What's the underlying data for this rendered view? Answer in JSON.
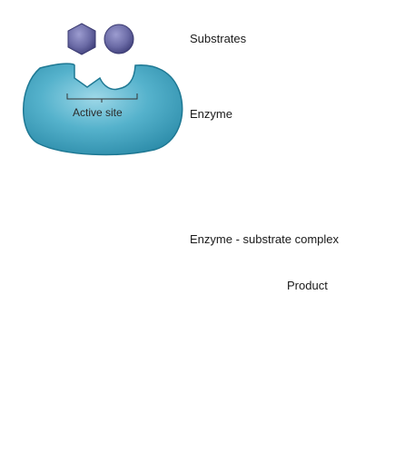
{
  "labels": {
    "substrates": "Substrates",
    "active_site": "Active site",
    "enzyme": "Enzyme",
    "complex": "Enzyme - substrate complex",
    "product": "Product"
  },
  "colors": {
    "enzyme_fill": "#46a9c4",
    "enzyme_shadow": "#1f7c98",
    "enzyme_highlight": "#8fd2e3",
    "substrate_fill": "#6f6fa9",
    "substrate_shadow": "#3d3d76",
    "product_fill": "#1fb5bf",
    "product_shadow": "#0d7f88",
    "bond": "#d0266f",
    "arrow": "#222222"
  }
}
